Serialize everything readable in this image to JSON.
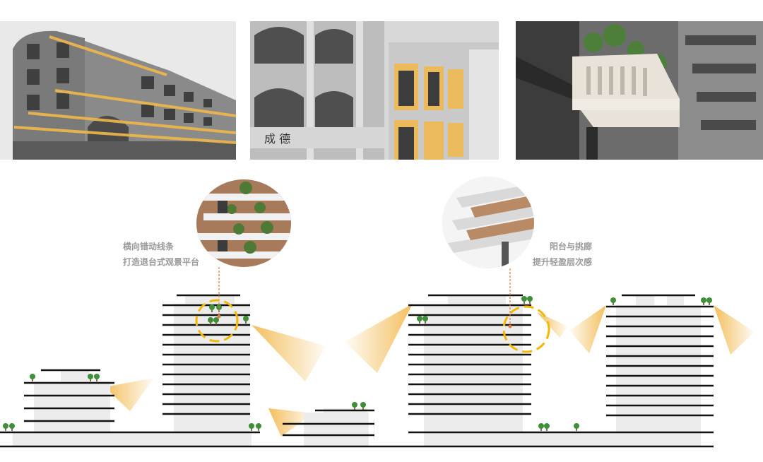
{
  "photos": [
    {
      "name": "arcade-building-photo",
      "highlight_color": "#f2b84b"
    },
    {
      "name": "arched-balcony-photo",
      "highlight_color": "#f2b84b",
      "sign_text": "成 德"
    },
    {
      "name": "overhang-balcony-photo"
    }
  ],
  "annotations": {
    "left": {
      "line1": "横向错动线条",
      "line2": "打造退台式观景平台"
    },
    "right": {
      "line1": "阳台与挑廊",
      "line2": "提升轻盈层次感"
    }
  },
  "colors": {
    "accent": "#f2b84b",
    "dash_circle": "#f5b800",
    "leader_line": "#e07b39",
    "building_fill": "#ececec",
    "floor_line": "#111111",
    "tree": "#3f8f3a"
  }
}
